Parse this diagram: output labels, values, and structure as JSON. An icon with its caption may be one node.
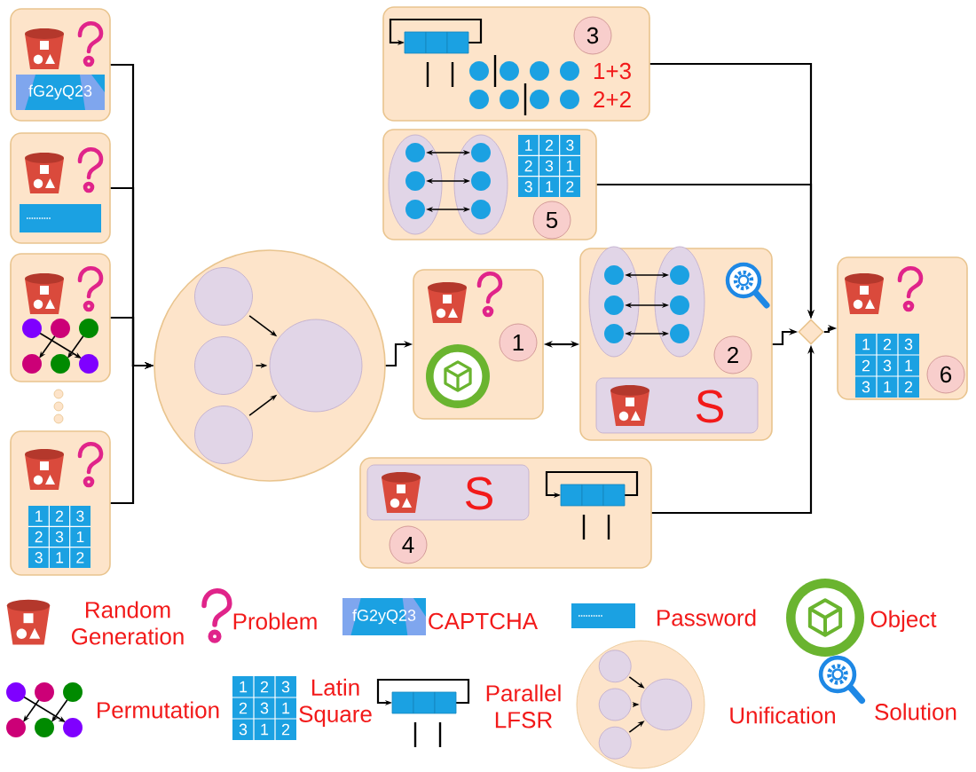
{
  "diagram": {
    "nodes": [
      {
        "text": [
          "fG2yQ23"
        ]
      },
      {
        "text": [],
        "shape": "box"
      },
      {
        "text": [],
        "shape": "box"
      },
      {
        "text": [
          "1",
          "2",
          "3",
          "2",
          "3",
          "1",
          "3",
          "1",
          "2"
        ]
      },
      {
        "text": [],
        "shape": "circle"
      },
      {
        "text": [
          "1"
        ]
      },
      {
        "text": [
          "2"
        ]
      },
      {
        "text": [
          "S"
        ],
        "in": 6
      },
      {
        "text": [
          "3",
          "1+3",
          "2+2"
        ]
      },
      {
        "text": [
          "1",
          "2",
          "3",
          "2",
          "3",
          "1",
          "3",
          "1",
          "2",
          "5"
        ]
      },
      {
        "text": [
          "4"
        ]
      },
      {
        "text": [
          "S"
        ],
        "in": 10
      },
      {
        "text": [],
        "shape": "diamond"
      },
      {
        "text": [
          "1",
          "2",
          "3",
          "2",
          "3",
          "1",
          "3",
          "1",
          "2",
          "6"
        ]
      }
    ],
    "edges": [
      {
        "from": 0,
        "to": 4,
        "arrow": "to"
      },
      {
        "from": 1,
        "to": 4,
        "arrow": "to"
      },
      {
        "from": 2,
        "to": 4,
        "arrow": "to"
      },
      {
        "from": 3,
        "to": 4,
        "arrow": "to"
      },
      {
        "from": 4,
        "to": 5,
        "arrow": "to"
      },
      {
        "from": 5,
        "to": 6,
        "arrow": "both"
      },
      {
        "from": 6,
        "to": 12,
        "arrow": "to"
      },
      {
        "from": 8,
        "to": 12,
        "arrow": "to"
      },
      {
        "from": 9,
        "to": 12,
        "arrow": "to"
      },
      {
        "from": 10,
        "to": 12,
        "arrow": "to"
      },
      {
        "from": 12,
        "to": 13,
        "arrow": "to"
      }
    ],
    "labels": [
      "fG2yQ23",
      "1",
      "2",
      "3",
      "2",
      "3",
      "1",
      "3",
      "1",
      "2"
    ],
    "legend": [
      {
        "text": "Random Generation"
      },
      {
        "text": "Problem"
      },
      {
        "text": "CAPTCHA"
      },
      {
        "text": "Password"
      },
      {
        "text": "Object"
      },
      {
        "text": "Permutation"
      },
      {
        "text": "Latin Square"
      },
      {
        "text": "Parallel LFSR"
      },
      {
        "text": "Unification"
      },
      {
        "text": "Solution"
      }
    ]
  }
}
